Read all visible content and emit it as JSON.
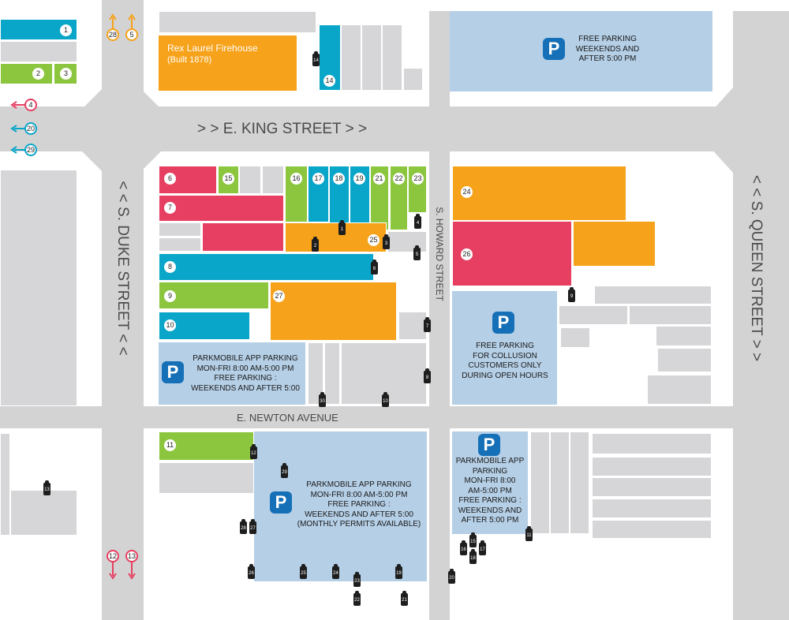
{
  "streets": {
    "king": "> >  E. KING STREET  > >",
    "duke": "< <  S. DUKE STREET  < <",
    "queen": "< <  S. QUEEN STREET  > >",
    "howard": "S. HOWARD STREET",
    "newton": "E. NEWTON AVENUE"
  },
  "firehouse": {
    "name": "Rex Laurel Firehouse",
    "built": "(Built 1878)"
  },
  "lot_icon": "P",
  "parking_labels": {
    "king_lot": "FREE PARKING\nWEEKENDS AND\nAFTER 5:00 PM",
    "collusion_lot": "FREE PARKING\nFOR COLLUSION\nCUSTOMERS ONLY\nDURING OPEN HOURS",
    "duke_lot": "PARKMOBILE APP PARKING\nMON-FRI 8:00 AM-5:00 PM\nFREE PARKING :\nWEEKENDS AND AFTER 5:00",
    "newton_lot": "PARKMOBILE APP PARKING\nMON-FRI 8:00 AM-5:00 PM\nFREE PARKING :\nWEEKENDS AND AFTER 5:00\n(MONTHLY PERMITS AVAILABLE)",
    "howard_lot": "PARKMOBILE APP\nPARKING\nMON-FRI 8:00\nAM-5:00 PM\nFREE PARKING :\nWEEKENDS AND\nAFTER 5:00 PM"
  },
  "badges": [
    "1",
    "2",
    "3",
    "6",
    "7",
    "8",
    "9",
    "10",
    "11",
    "14",
    "15",
    "16",
    "17",
    "18",
    "19",
    "21",
    "22",
    "23",
    "24",
    "25",
    "26",
    "27"
  ],
  "meters": [
    "14",
    "1",
    "2",
    "3",
    "4",
    "5",
    "6",
    "7",
    "8",
    "9",
    "10",
    "30",
    "12",
    "29",
    "13",
    "28",
    "27",
    "26",
    "25",
    "24",
    "23",
    "22",
    "19",
    "21",
    "20",
    "16",
    "15",
    "17",
    "18",
    "11"
  ],
  "pins": {
    "top_orange": [
      "28",
      "5"
    ],
    "left_red": "4",
    "left_blue": [
      "20",
      "29"
    ],
    "bottom_red": [
      "12",
      "13"
    ]
  },
  "colors": {
    "road": "#d3d3d3",
    "building": "#d6d6d8",
    "cyan": "#0aa6c9",
    "green": "#8cc63f",
    "orange": "#f6a21b",
    "red": "#e63f62",
    "parking": "#b5cfe6",
    "parking_icon": "#1670b7"
  }
}
